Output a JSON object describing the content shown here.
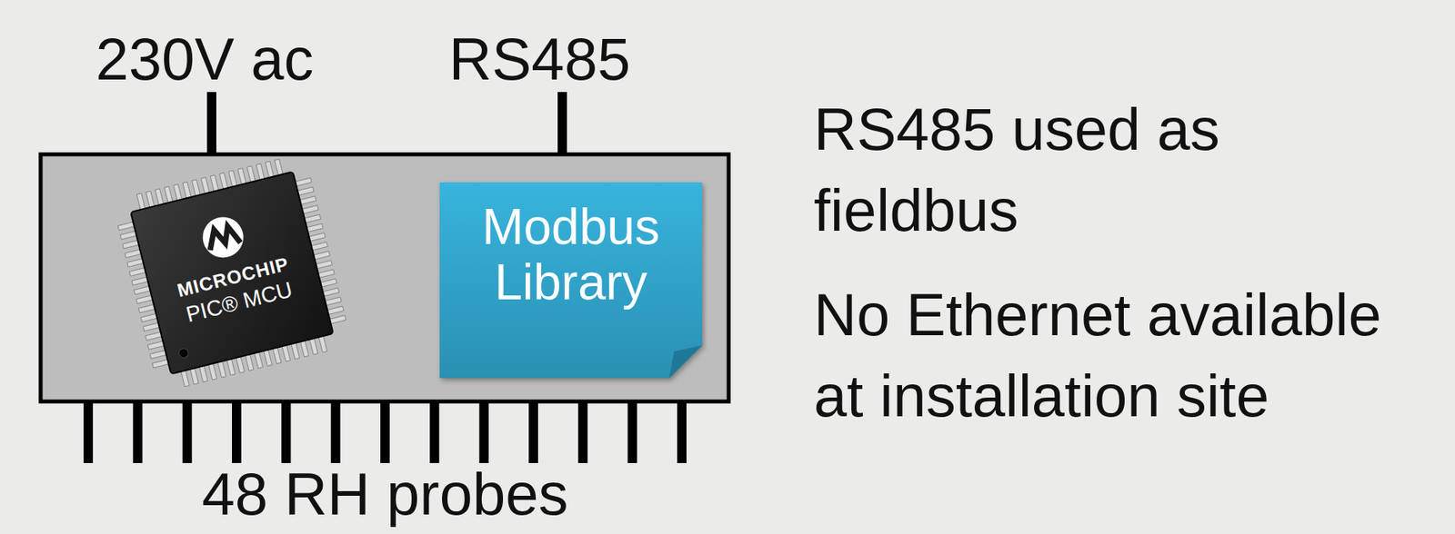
{
  "diagram": {
    "nodes": [
      {
        "text": [
          "MICROCHIP",
          "PIC® MCU"
        ]
      },
      {
        "text": [
          "Modbus Library"
        ]
      }
    ],
    "labels": [
      "230V ac",
      "RS485",
      "48 RH probes",
      "RS485 used as fieldbus",
      "No Ethernet available at installation site"
    ]
  }
}
